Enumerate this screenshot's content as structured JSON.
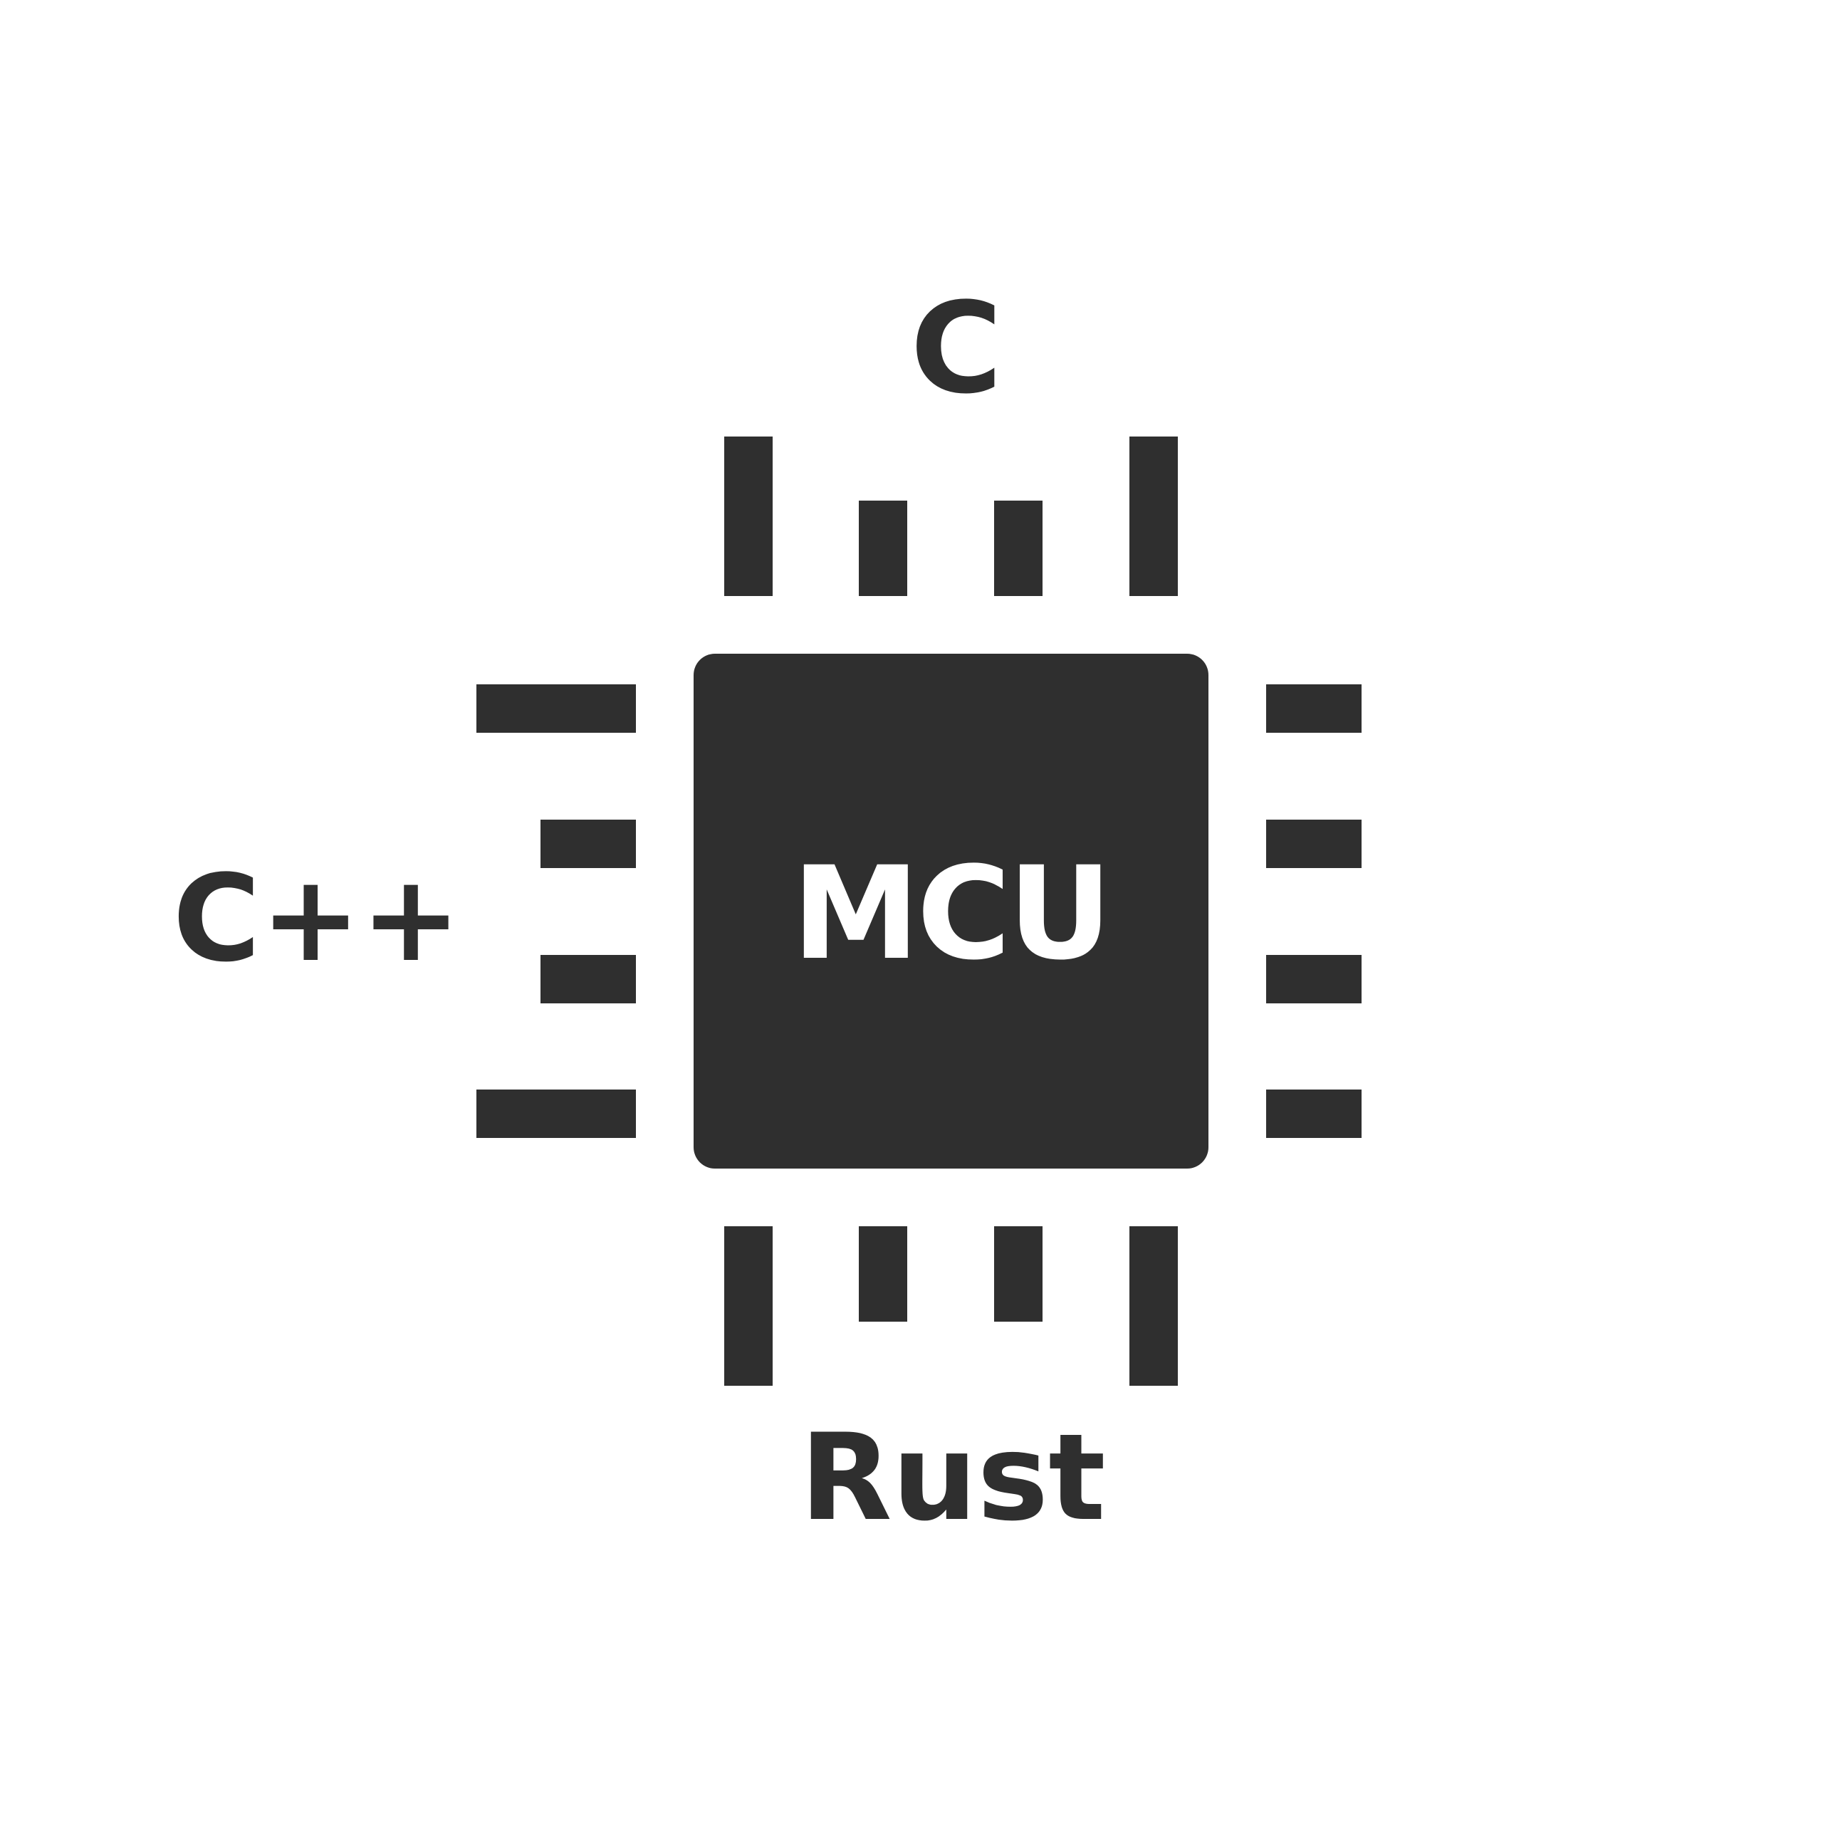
{
  "diagram": {
    "chip": {
      "label": "MCU"
    },
    "labels": {
      "top": "C",
      "left": "C++",
      "bottom": "Rust"
    },
    "colors": {
      "ink": "#2f2f2f",
      "background": "#ffffff",
      "chip_text": "#ffffff"
    }
  }
}
